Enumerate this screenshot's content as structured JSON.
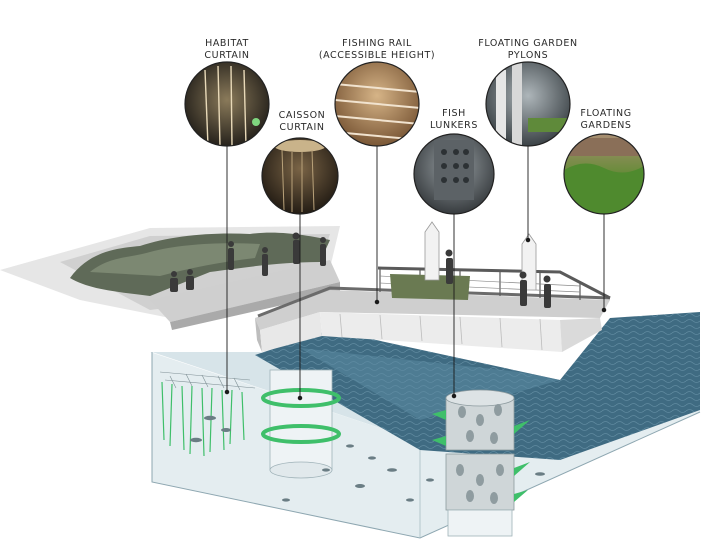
{
  "callouts": [
    {
      "id": "habitat-curtain",
      "line1": "HABITAT",
      "line2": "CURTAIN"
    },
    {
      "id": "caisson-curtain",
      "line1": "CAISSON",
      "line2": "CURTAIN"
    },
    {
      "id": "fishing-rail",
      "line1": "FISHING RAIL",
      "line2": "(ACCESSIBLE HEIGHT)"
    },
    {
      "id": "fish-lunkers",
      "line1": "FISH",
      "line2": "LUNKERS"
    },
    {
      "id": "floating-garden-pylons",
      "line1": "FLOATING GARDEN",
      "line2": "PYLONS"
    },
    {
      "id": "floating-gardens",
      "line1": "FLOATING",
      "line2": "GARDENS"
    }
  ],
  "colors": {
    "water": "#3f6b82",
    "water_light": "#5b8aa2",
    "underwater": "#dfe9ec",
    "walkway": "#dcdcdc",
    "deck": "#b9b9b9",
    "rail": "#6b6b6b",
    "greenery": "#6f7a66",
    "vegetation": "#3fbf6a",
    "leader": "#1a1a1a"
  }
}
